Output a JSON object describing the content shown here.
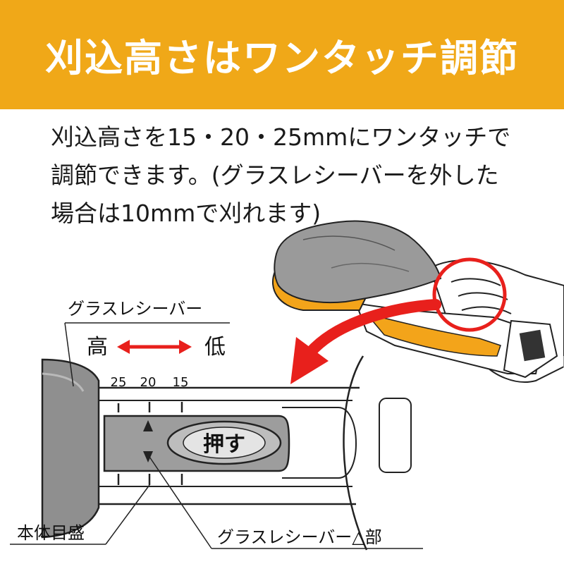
{
  "banner": {
    "title": "刈込高さはワンタッチ調節",
    "color": "#f0a818"
  },
  "description": {
    "lines": [
      "刈込高さを15・20・25mmにワンタッチで",
      "調節できます。(グラスレシーバーを外した",
      "場合は10mmで刈れます)"
    ]
  },
  "diagram": {
    "grass_receiver_label": "グラスレシーバー",
    "high_label": "高",
    "low_label": "低",
    "scale_25": "25",
    "scale_20": "20",
    "scale_15": "15",
    "push_button_label": "押す",
    "body_scale_label": "本体目盛",
    "grass_receiver_triangle_label": "グラスレシーバー△部",
    "arrow_color": "#e8201c",
    "accent_orange": "#f3a41a"
  }
}
